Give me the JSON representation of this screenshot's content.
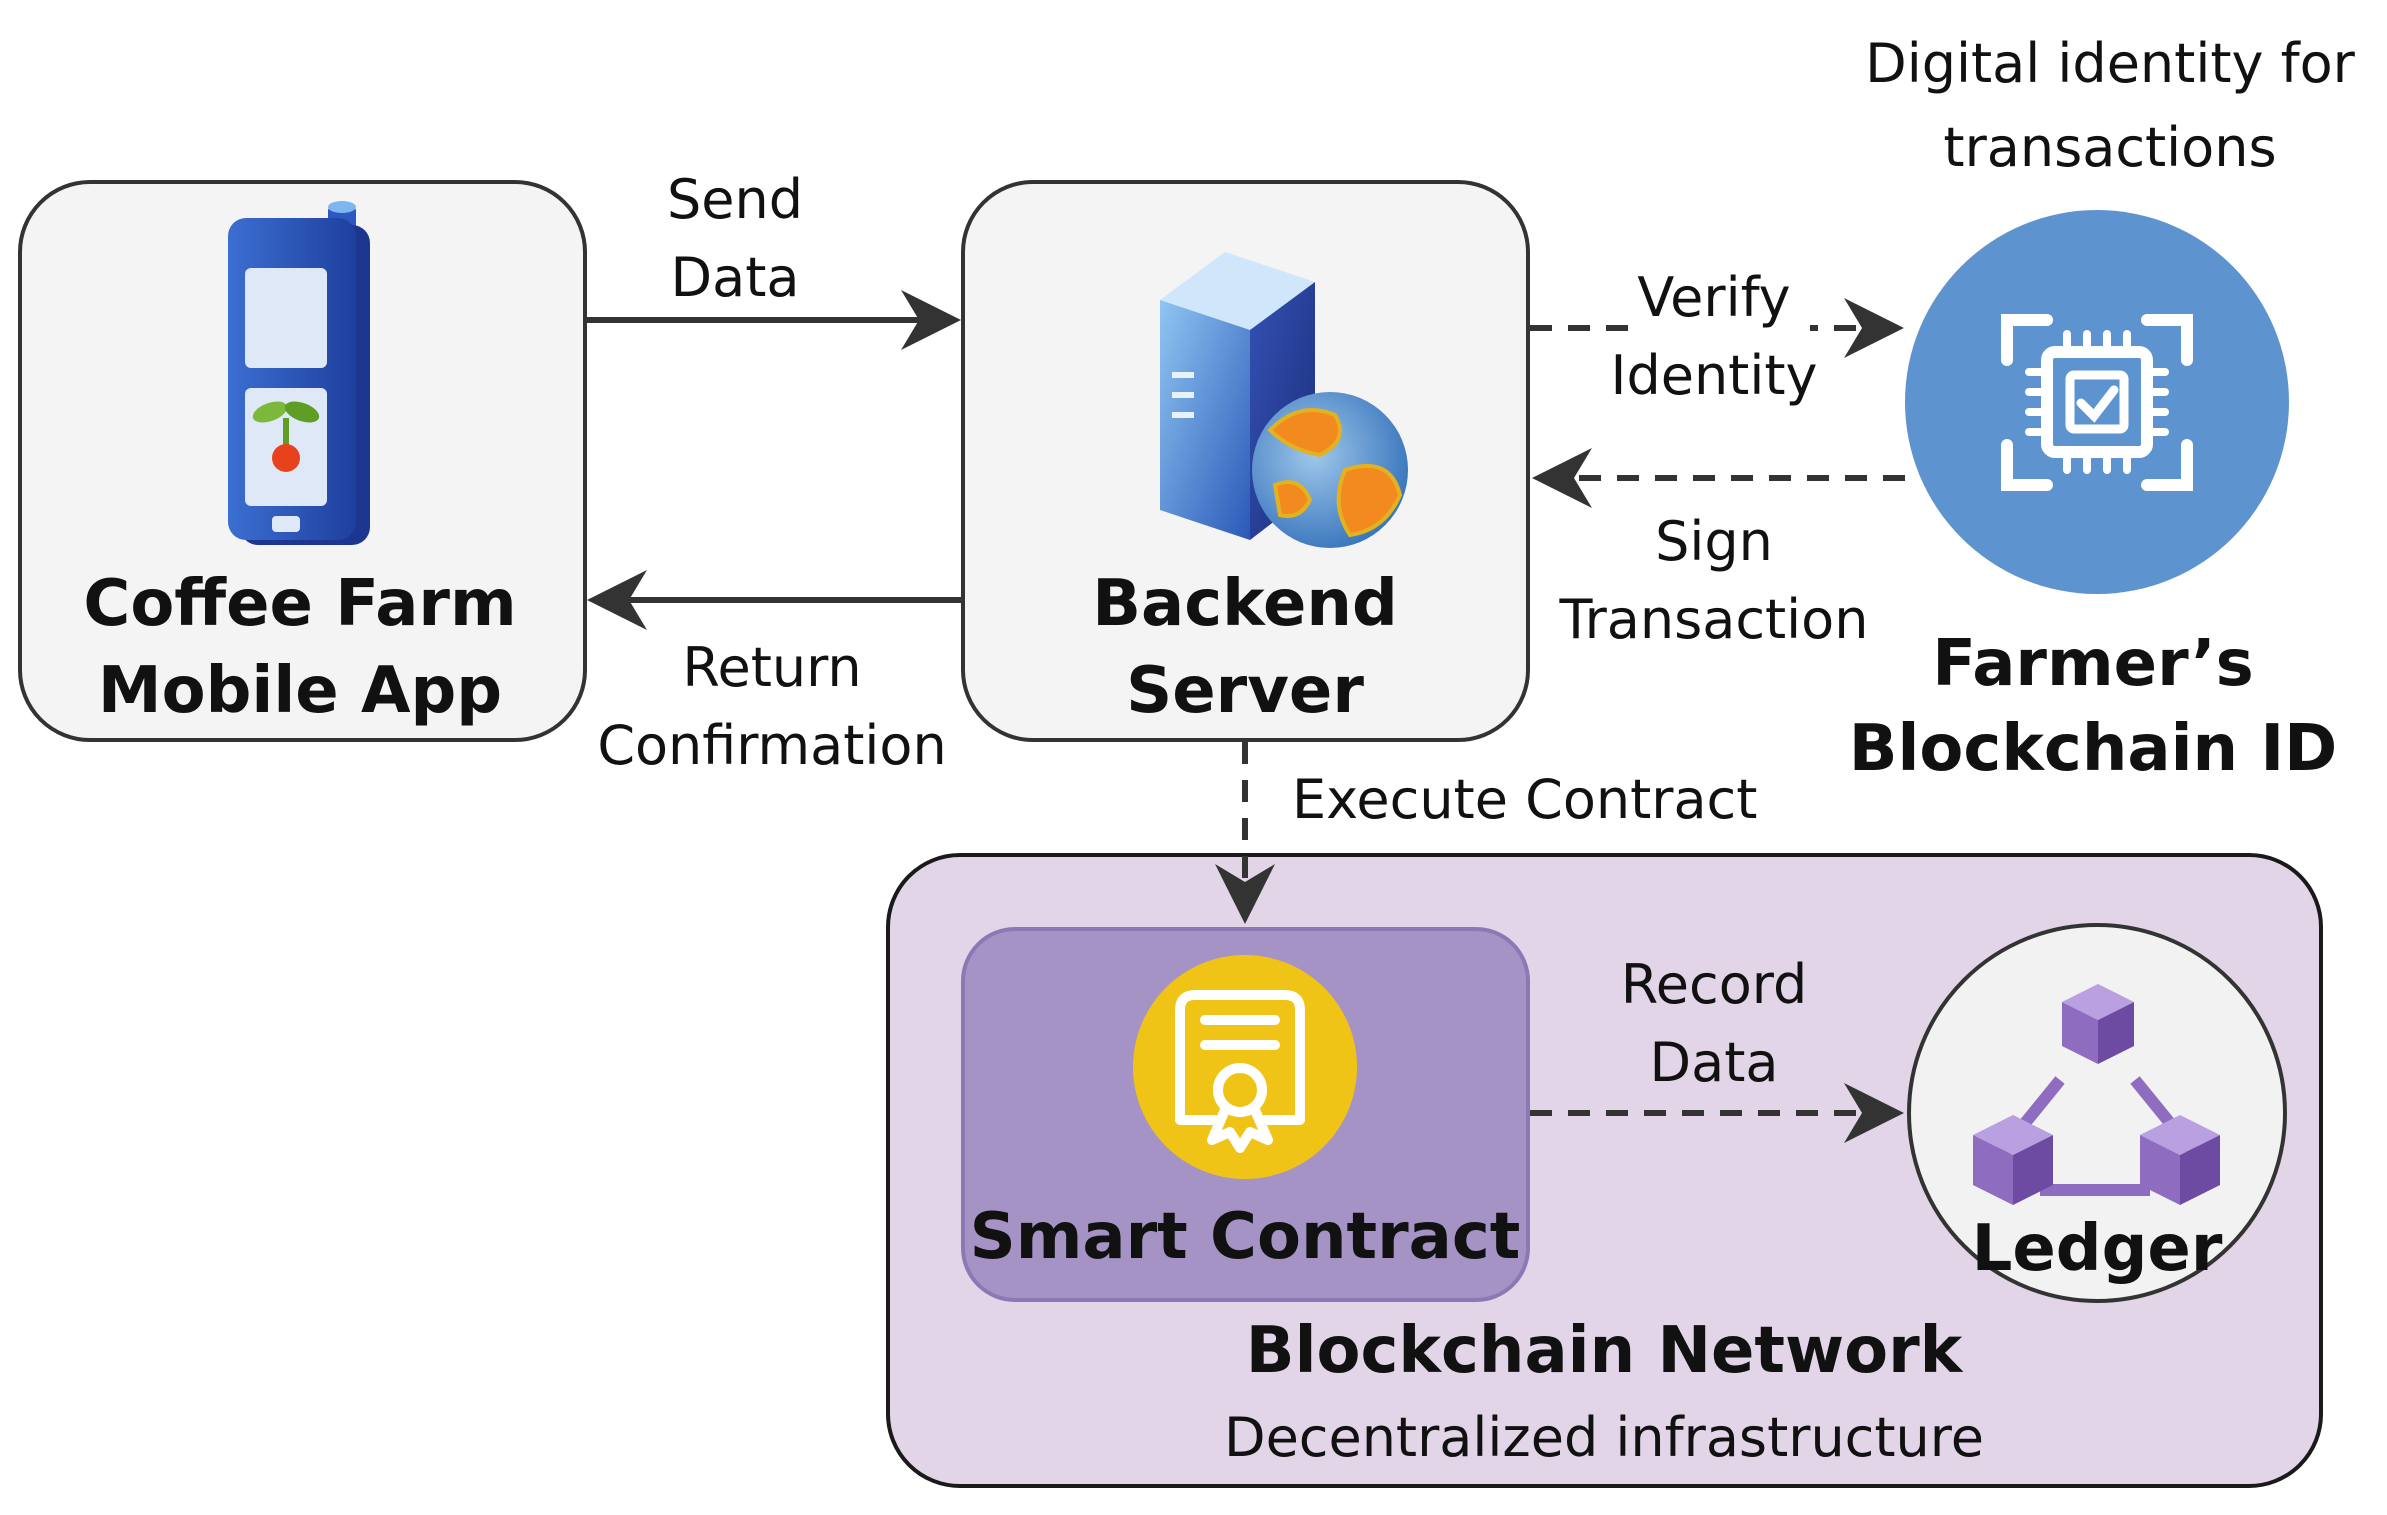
{
  "nodes": {
    "mobile_app": {
      "line1": "Coffee Farm",
      "line2": "Mobile App"
    },
    "backend": {
      "line1": "Backend",
      "line2": "Server",
      "text_color": "#5a6b7e"
    },
    "blockchain_id": {
      "line1": "Farmer’s",
      "line2": "Blockchain ID",
      "color": "#5d94cf",
      "text_color": "#3a3a3a"
    },
    "digital_identity_note": {
      "line1": "Digital identity for",
      "line2": "transactions"
    },
    "smart_contract": {
      "label": "Smart Contract",
      "color": "#a593c5",
      "badge_color": "#f0c417"
    },
    "ledger": {
      "label": "Ledger",
      "cube_color": "#8e6cc0"
    },
    "network": {
      "title": "Blockchain Network",
      "subtitle": "Decentralized infrastructure",
      "color": "#e2d5e8"
    }
  },
  "edges": {
    "send_data": {
      "line1": "Send",
      "line2": "Data"
    },
    "return_confirmation": {
      "line1": "Return",
      "line2": "Confirmation"
    },
    "verify_identity": {
      "line1": "Verify",
      "line2": "Identity"
    },
    "sign_transaction": {
      "line1": "Sign",
      "line2": "Transaction"
    },
    "execute_contract": {
      "label": "Execute Contract"
    },
    "record_data": {
      "line1": "Record",
      "line2": "Data"
    }
  }
}
